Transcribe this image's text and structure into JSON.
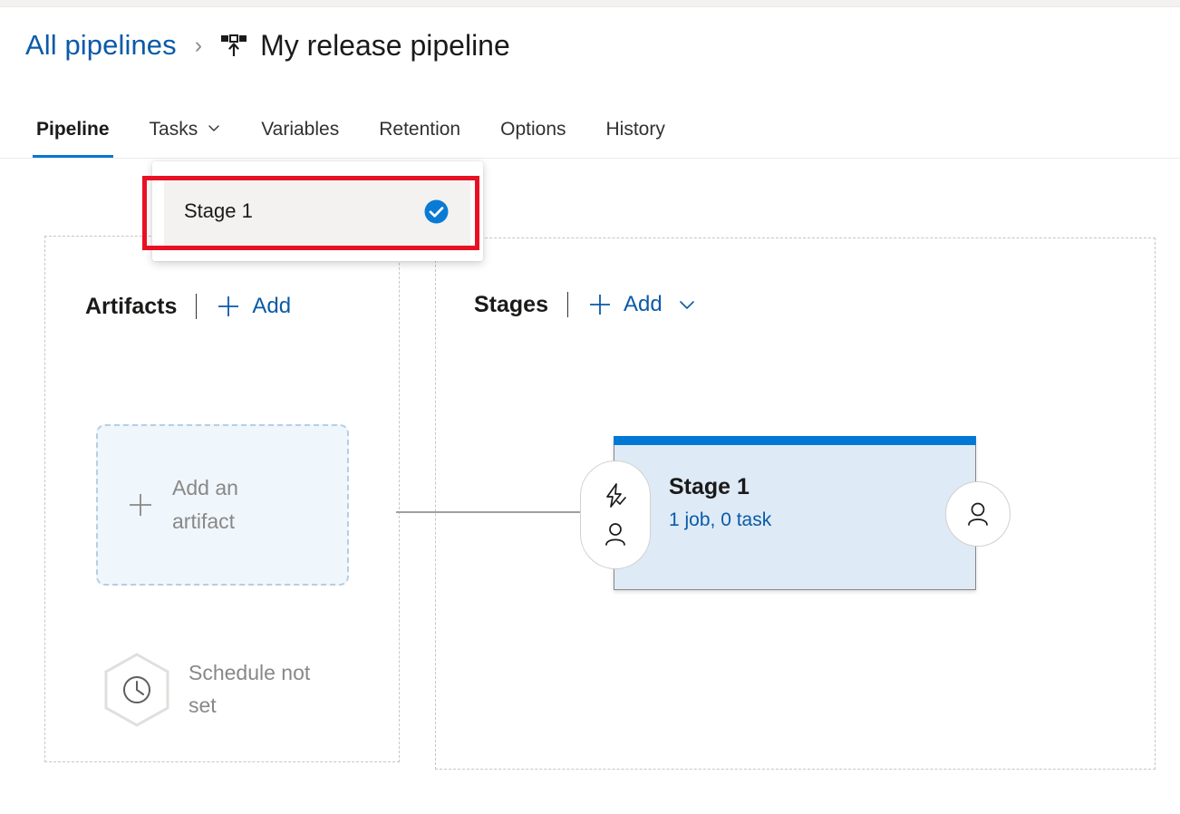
{
  "window": {
    "top_strip_color": "#f3f2f1"
  },
  "breadcrumb": {
    "parent_label": "All pipelines",
    "separator": "›",
    "icon": "release-pipeline-icon",
    "title": "My release pipeline"
  },
  "tabs": [
    {
      "label": "Pipeline",
      "active": true,
      "has_chevron": false
    },
    {
      "label": "Tasks",
      "active": false,
      "has_chevron": true
    },
    {
      "label": "Variables",
      "active": false,
      "has_chevron": false
    },
    {
      "label": "Retention",
      "active": false,
      "has_chevron": false
    },
    {
      "label": "Options",
      "active": false,
      "has_chevron": false
    },
    {
      "label": "History",
      "active": false,
      "has_chevron": false
    }
  ],
  "tasks_dropdown": {
    "items": [
      {
        "label": "Stage 1",
        "selected": true,
        "icon": "check-circle-icon"
      }
    ],
    "highlight_color": "#e81123"
  },
  "artifacts": {
    "title": "Artifacts",
    "add_label": "Add",
    "add_icon": "plus-icon",
    "empty_tile": {
      "label": "Add an artifact",
      "icon": "plus-icon"
    },
    "schedule": {
      "label": "Schedule not set",
      "icon": "clock-icon"
    }
  },
  "stages": {
    "title": "Stages",
    "add_label": "Add",
    "add_icon": "plus-icon",
    "add_chevron": "chevron-down-icon",
    "cards": [
      {
        "name": "Stage 1",
        "summary": "1 job, 0 task",
        "accent_color": "#0078d4",
        "body_color": "#deeaf6",
        "pre_deployment": {
          "trigger_icon": "lightning-bolt-check-icon",
          "approval_icon": "person-icon"
        },
        "post_deployment": {
          "approval_icon": "person-icon"
        }
      }
    ]
  },
  "colors": {
    "accent": "#0078d4",
    "link": "#0a5aa8",
    "muted_text": "#8a8886",
    "dashed_border": "#c8c6c4",
    "annotation": "#e81123"
  }
}
